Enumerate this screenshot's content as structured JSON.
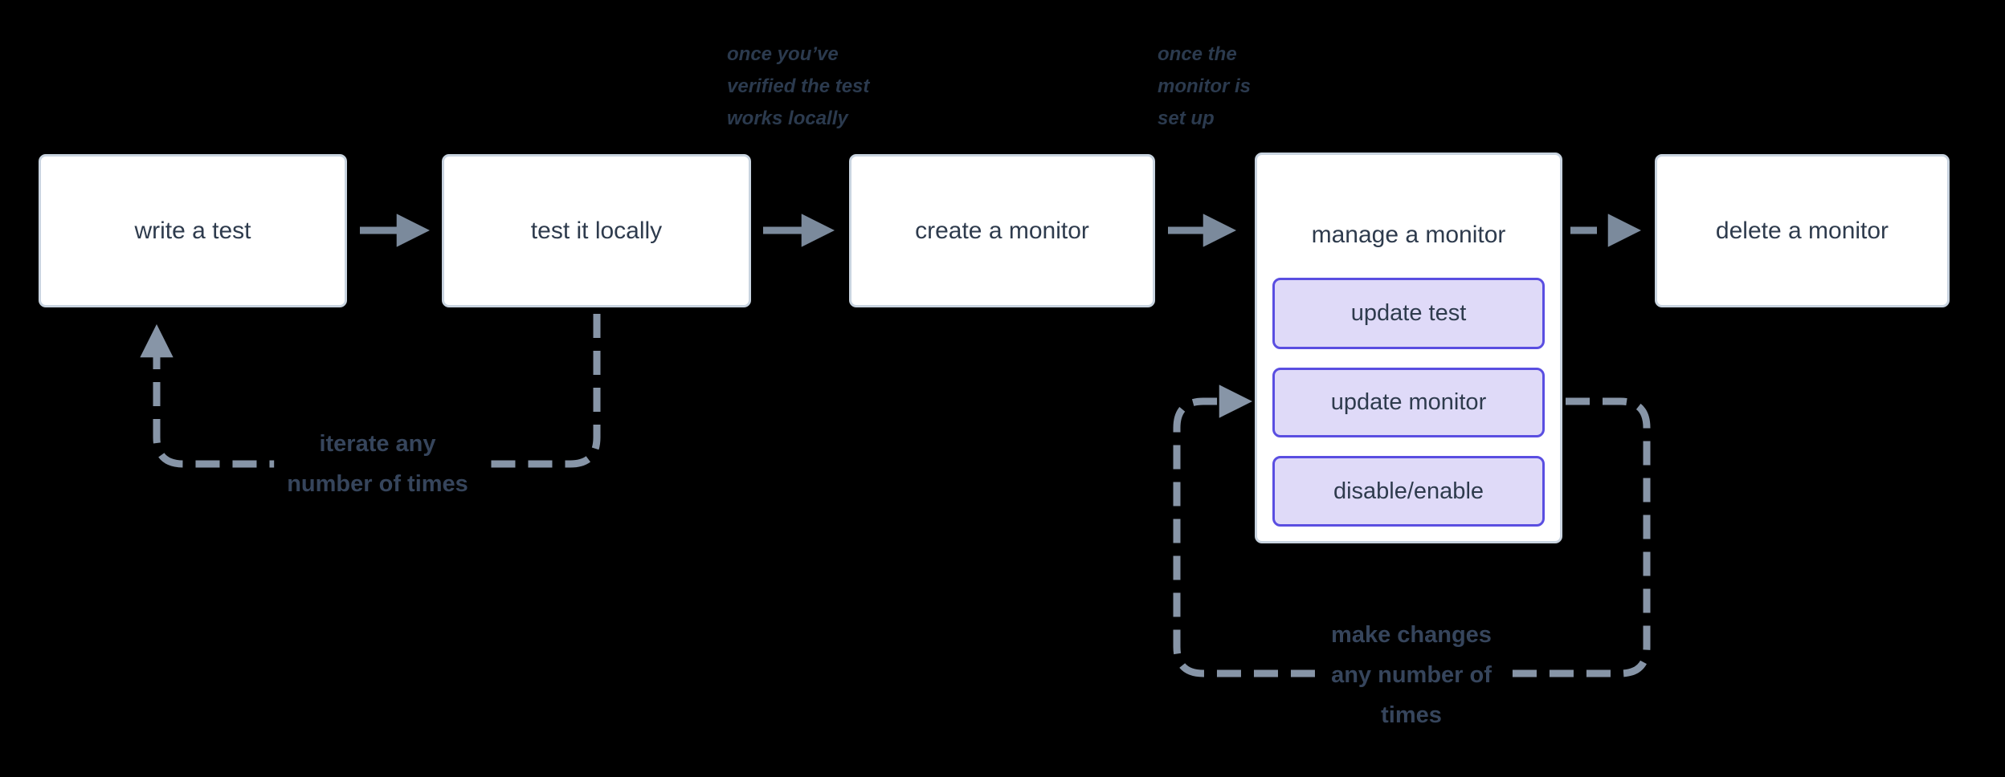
{
  "diagram": {
    "nodes": {
      "write_test": {
        "label": "write a test"
      },
      "test_locally": {
        "label": "test it locally"
      },
      "create_monitor": {
        "label": "create a monitor"
      },
      "manage_monitor": {
        "label": "manage a monitor",
        "actions": [
          {
            "label": "update test"
          },
          {
            "label": "update monitor"
          },
          {
            "label": "disable/enable"
          }
        ]
      },
      "delete_monitor": {
        "label": "delete a monitor"
      }
    },
    "annotations": {
      "verified_locally": {
        "lines": [
          "once you’ve",
          "verified the test",
          "works locally"
        ]
      },
      "monitor_setup": {
        "lines": [
          "once the",
          "monitor is",
          "set up"
        ]
      }
    },
    "loop_labels": {
      "iterate": {
        "lines": [
          "iterate any",
          "number of times"
        ]
      },
      "make_changes": {
        "lines": [
          "make changes",
          "any number of",
          "times"
        ]
      }
    },
    "colors": {
      "background": "#000000",
      "node_fill": "#ffffff",
      "node_border": "#c9d4e0",
      "node_text": "#2e3b4d",
      "action_fill": "#dfdaf8",
      "action_border": "#5a4ee1",
      "arrow_solid": "#7b8a9c",
      "arrow_dashed": "#8795a7",
      "annotation_text": "#2b3a4e",
      "loop_label_text": "#36455c"
    }
  }
}
